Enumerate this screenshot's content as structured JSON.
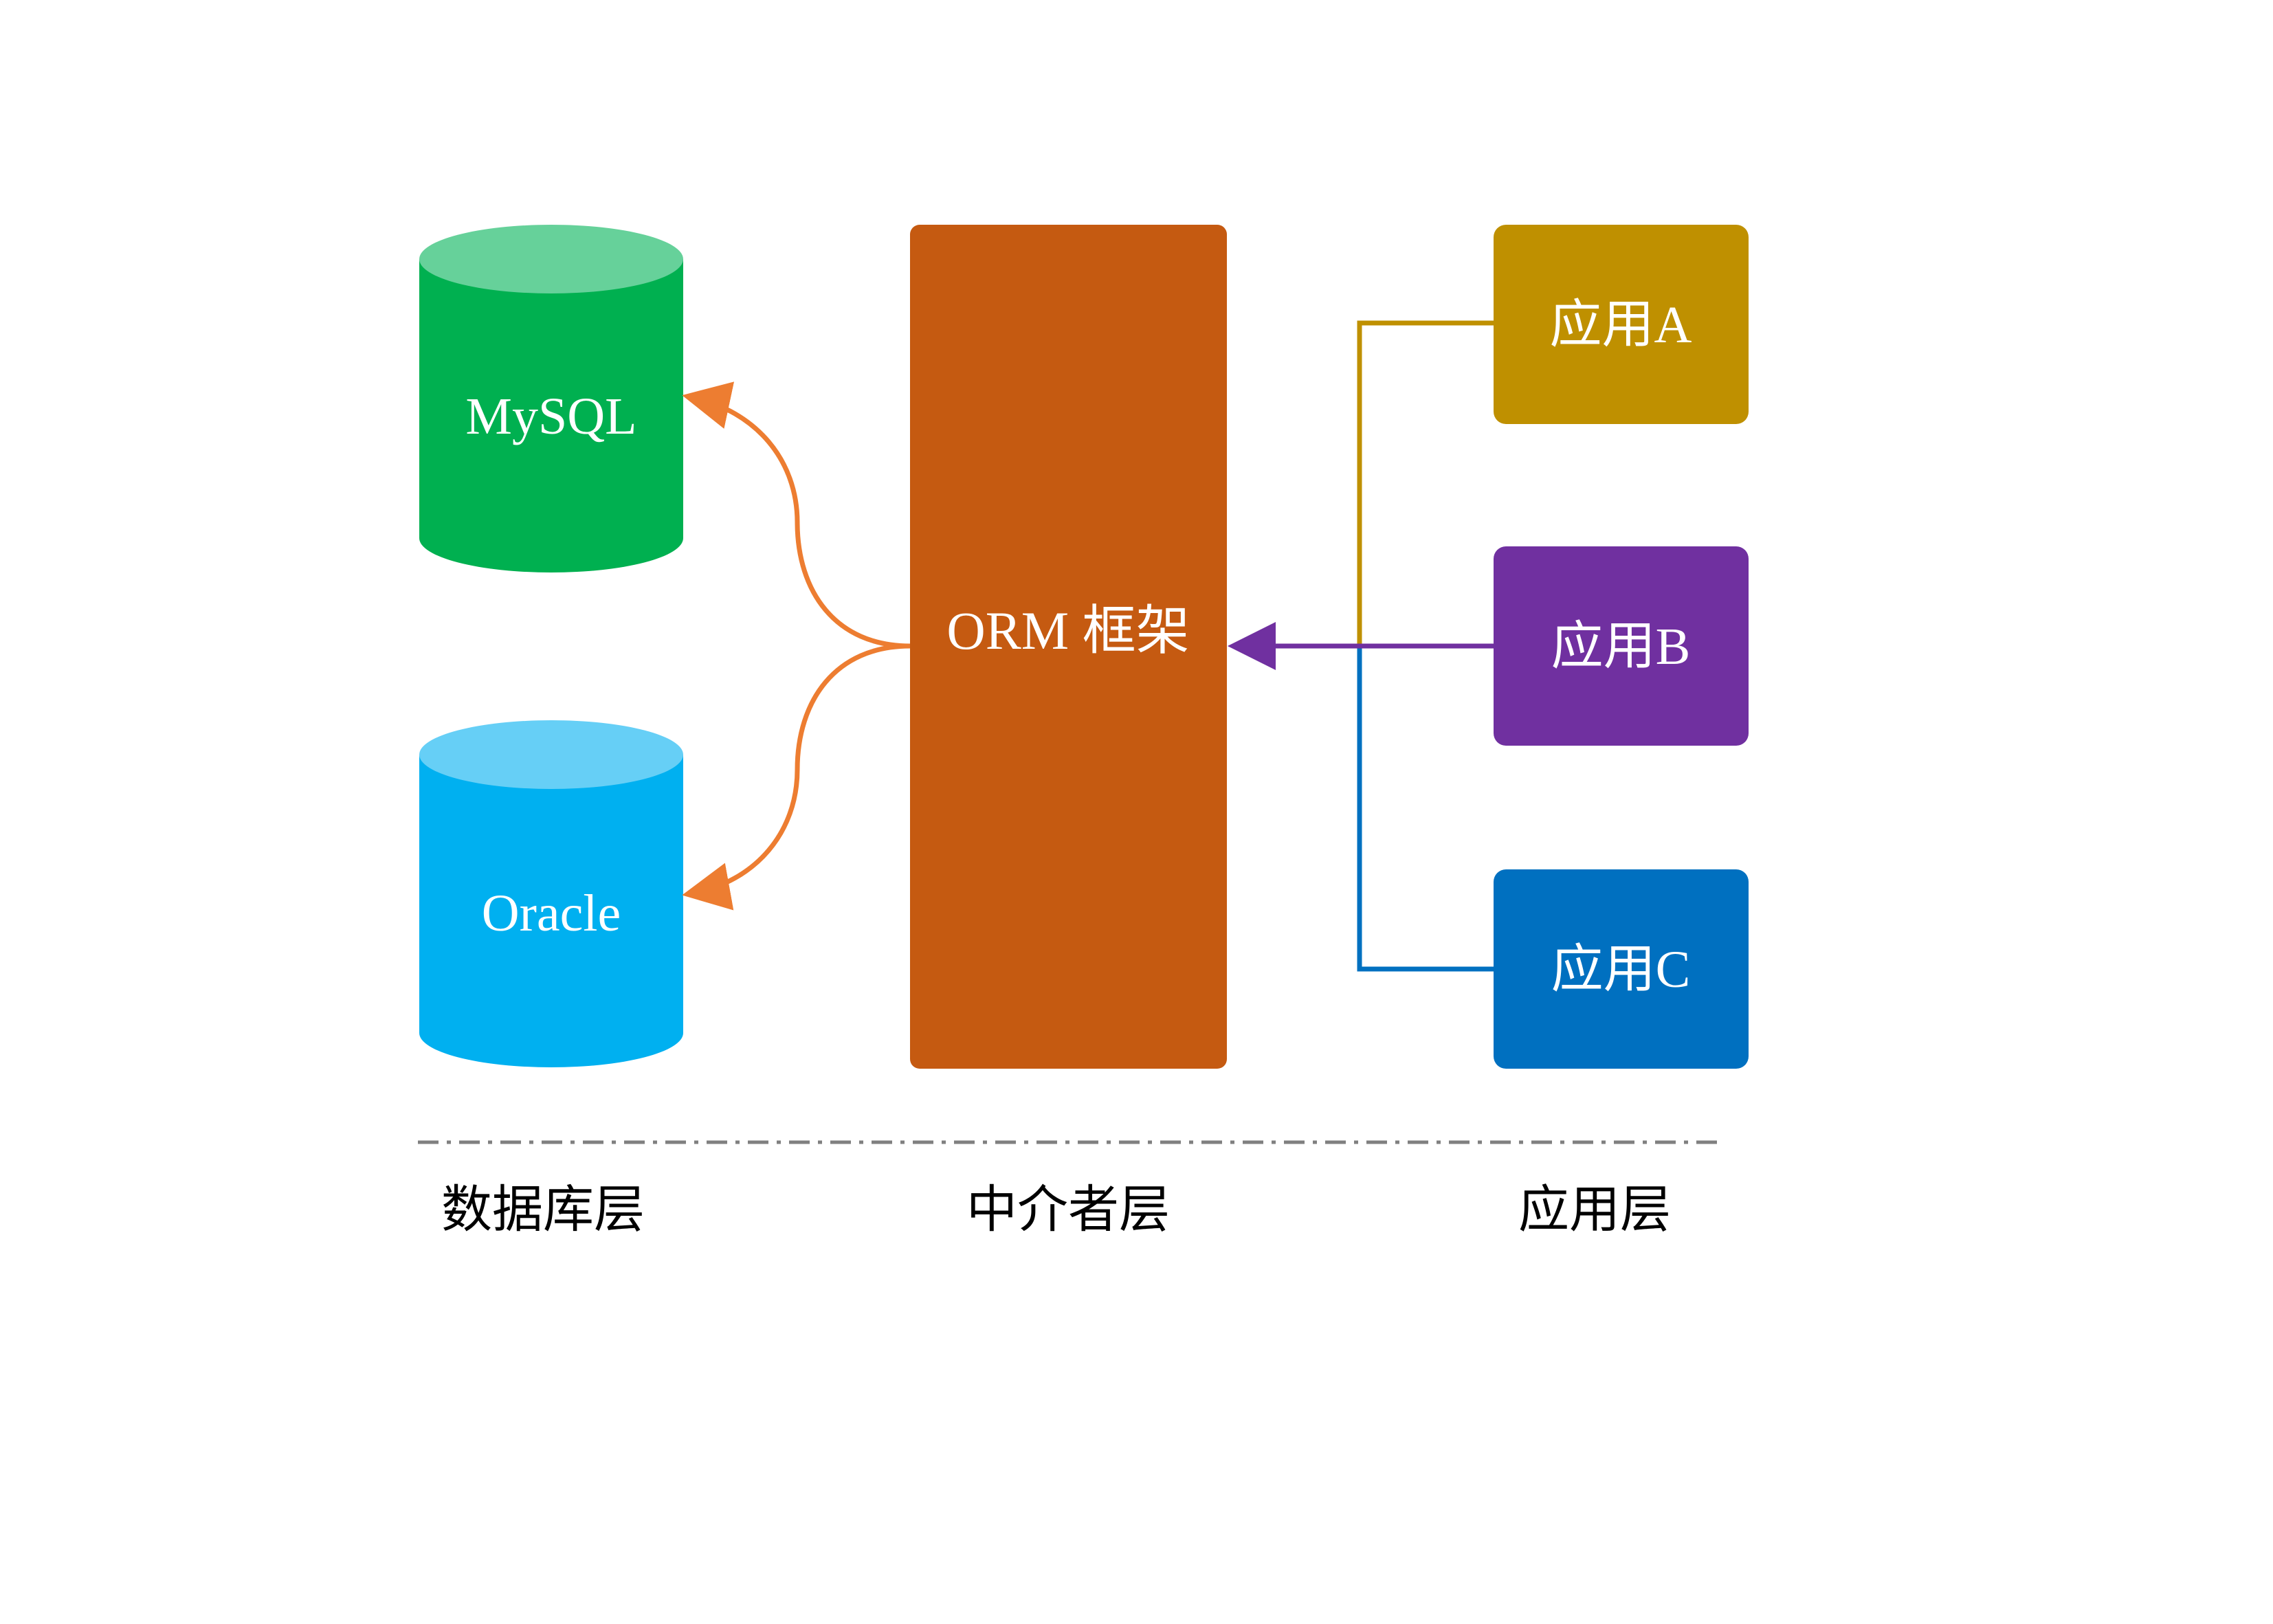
{
  "colors": {
    "mysql_body": "#00B050",
    "mysql_top": "#66D19A",
    "oracle_body": "#00B0F0",
    "oracle_top": "#66CFF6",
    "orm_fill": "#C55A11",
    "orm_arrow": "#ED7D31",
    "app_a": "#BF9000",
    "app_b": "#7030A0",
    "app_c": "#0070C0",
    "divider": "#808080",
    "label_text": "#000000",
    "node_text": "#ffffff"
  },
  "databases": {
    "mysql_label": "MySQL",
    "oracle_label": "Oracle"
  },
  "middleware": {
    "orm_label": "ORM 框架"
  },
  "applications": {
    "app_a_label": "应用A",
    "app_b_label": "应用B",
    "app_c_label": "应用C"
  },
  "layers": {
    "database_layer": "数据库层",
    "middle_layer": "中介者层",
    "application_layer": "应用层"
  }
}
